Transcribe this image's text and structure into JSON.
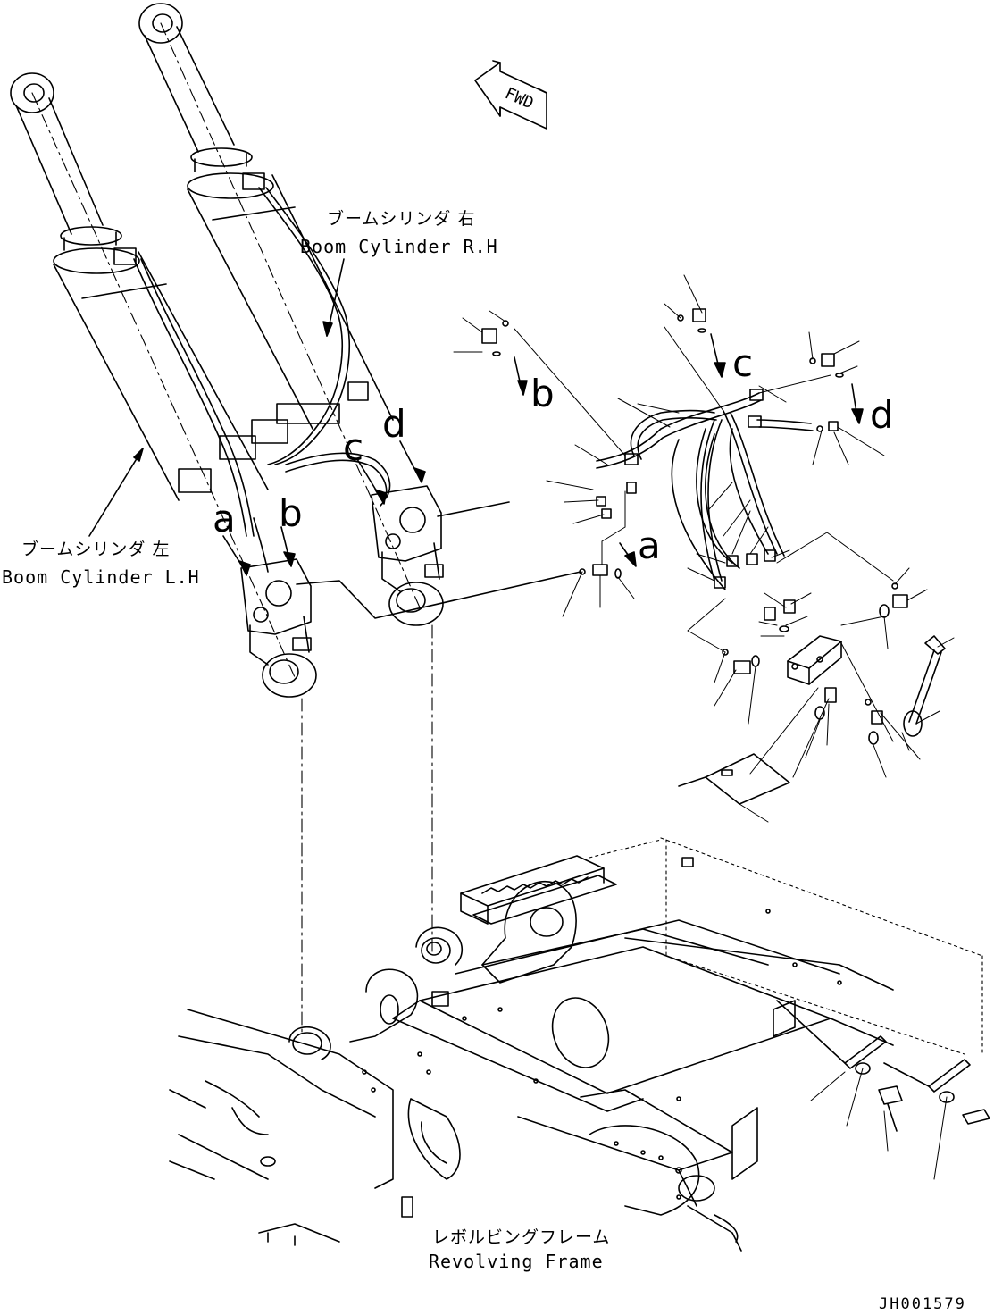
{
  "labels": {
    "boom_cylinder_rh_jp": "ブームシリンダ 右",
    "boom_cylinder_rh_en": "Boom Cylinder R.H",
    "boom_cylinder_lh_jp": "ブームシリンダ 左",
    "boom_cylinder_lh_en": "Boom Cylinder L.H",
    "revolving_frame_jp": "レボルビングフレーム",
    "revolving_frame_en": "Revolving Frame",
    "direction_arrow": "FWD",
    "drawing_number": "JH001579"
  },
  "connection_letters": [
    "a",
    "b",
    "c",
    "d",
    "b",
    "c",
    "d",
    "a"
  ]
}
